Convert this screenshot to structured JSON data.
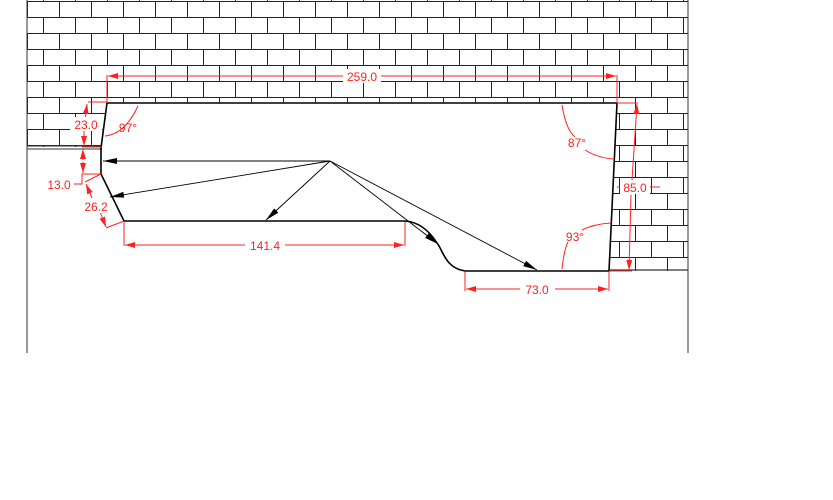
{
  "drawing": {
    "colors": {
      "dimension": "#ff2020",
      "outline": "#000000",
      "background": "#ffffff"
    },
    "dimensions": {
      "top_width": "259.0",
      "left_upper_height": "23.0",
      "left_mid_height": "13.0",
      "left_chamfer": "26.2",
      "bottom_left_length": "141.4",
      "bottom_right_length": "73.0",
      "right_height": "85.0"
    },
    "angles": {
      "top_left": "97°",
      "top_right": "87°",
      "bottom_right": "93°"
    }
  }
}
